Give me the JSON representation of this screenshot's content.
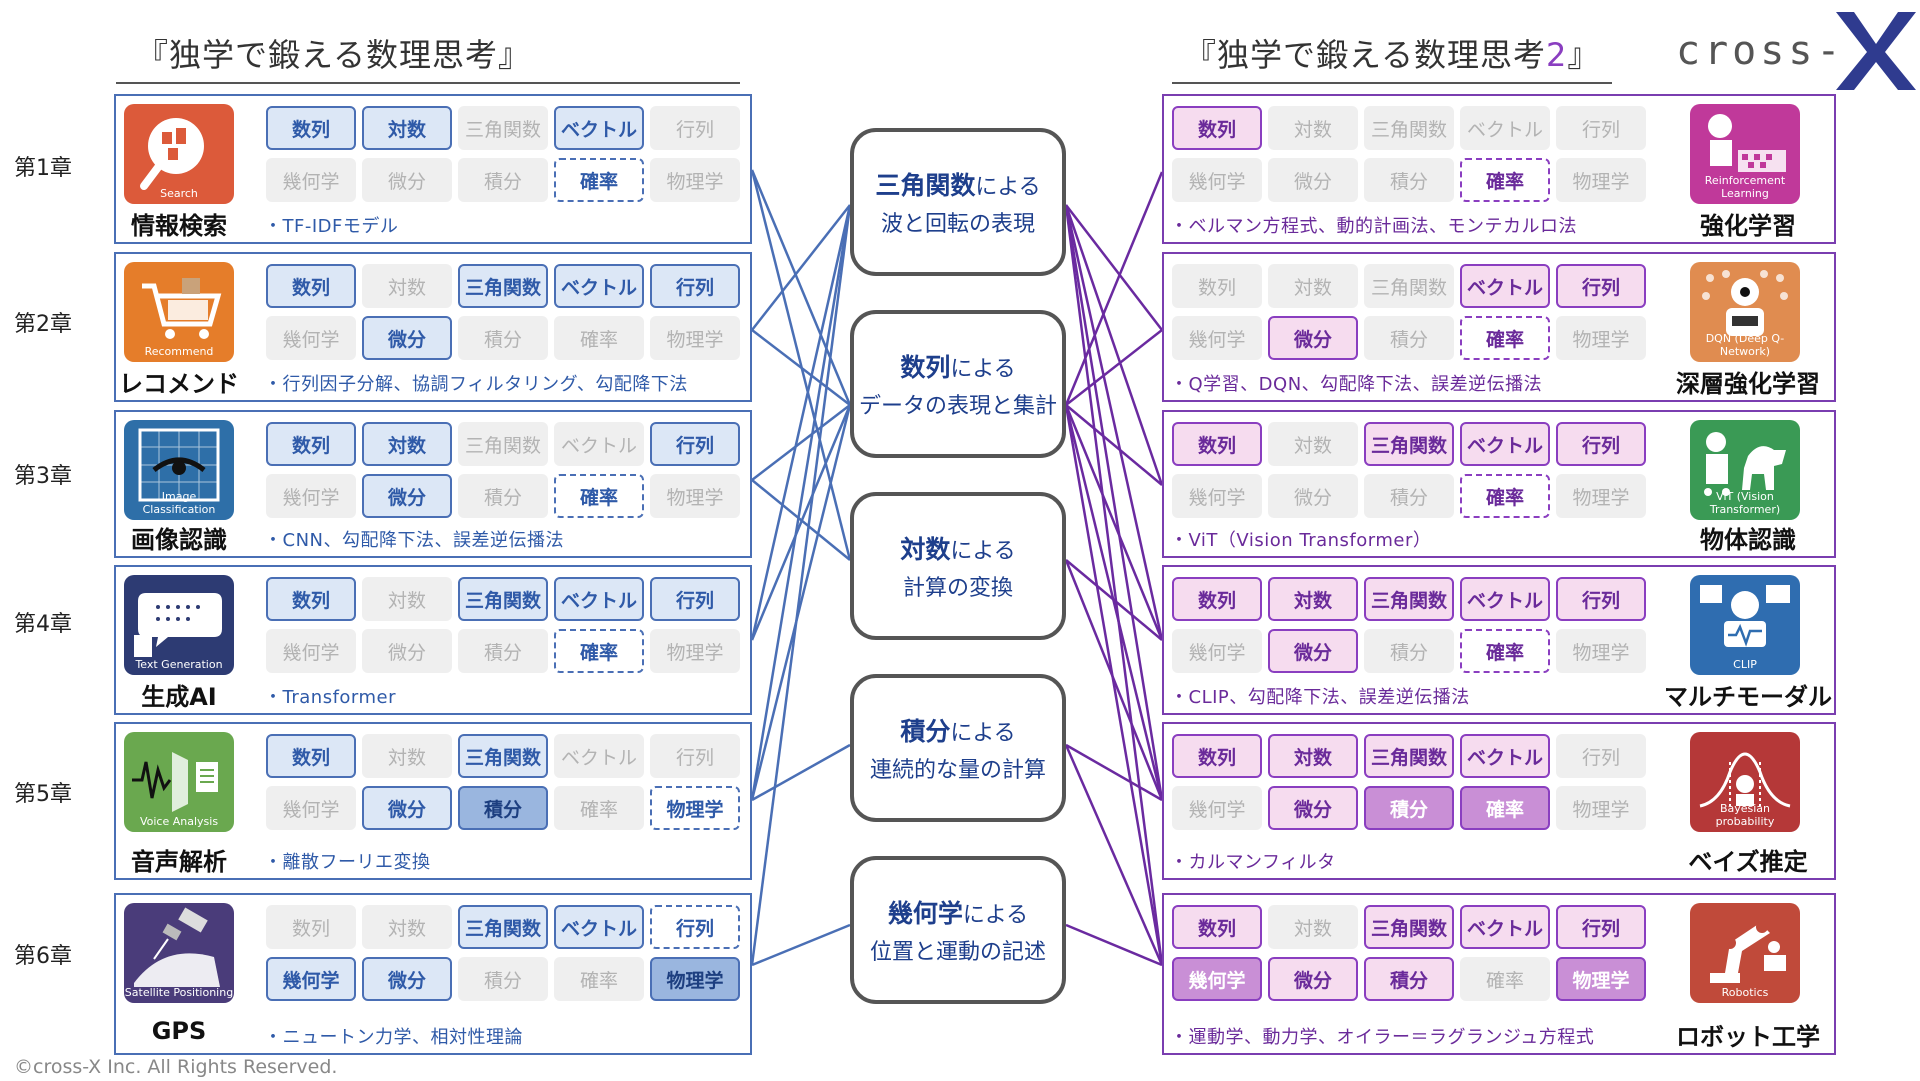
{
  "titles": {
    "left": "『独学で鍛える数理思考』",
    "right_main": "『独学で鍛える数理思考",
    "right_num": "2",
    "right_end": "』"
  },
  "logo": {
    "text": "cross-X"
  },
  "copyright": "©cross-X Inc. All Rights Reserved.",
  "chapters": [
    "第1章",
    "第2章",
    "第3章",
    "第4章",
    "第5章",
    "第6章"
  ],
  "chip_labels": [
    "数列",
    "対数",
    "三角関数",
    "ベクトル",
    "行列",
    "幾何学",
    "微分",
    "積分",
    "確率",
    "物理学"
  ],
  "left_panels": [
    {
      "name": "情報検索",
      "icon": "search-icon",
      "icon_caption": "Search",
      "note": "・TF-IDFモデル",
      "states": [
        "on",
        "on",
        "off",
        "on",
        "off",
        "off",
        "off",
        "off",
        "dash",
        "off"
      ]
    },
    {
      "name": "レコメンド",
      "icon": "shopping-cart-icon",
      "icon_caption": "Recommend",
      "note": "・行列因子分解、協調フィルタリング、勾配降下法",
      "states": [
        "on",
        "off",
        "on",
        "on",
        "on",
        "off",
        "on",
        "off",
        "off",
        "off"
      ]
    },
    {
      "name": "画像認識",
      "icon": "image-classification-icon",
      "icon_caption": "Image Classification",
      "note": "・CNN、勾配降下法、誤差逆伝播法",
      "states": [
        "on",
        "on",
        "off",
        "off",
        "on",
        "off",
        "on",
        "off",
        "dash",
        "off"
      ]
    },
    {
      "name": "生成AI",
      "icon": "text-generation-icon",
      "icon_caption": "Text Generation",
      "note": "・Transformer",
      "states": [
        "on",
        "off",
        "on",
        "on",
        "on",
        "off",
        "off",
        "off",
        "dash",
        "off"
      ]
    },
    {
      "name": "音声解析",
      "icon": "voice-analysis-icon",
      "icon_caption": "Voice Analysis",
      "note": "・離散フーリエ変換",
      "states": [
        "on",
        "off",
        "on",
        "off",
        "off",
        "off",
        "on",
        "strong",
        "off",
        "dash"
      ]
    },
    {
      "name": "GPS",
      "icon": "satellite-icon",
      "icon_caption": "Satellite Positioning",
      "note": "・ニュートン力学、相対性理論",
      "states": [
        "off",
        "off",
        "on",
        "on",
        "dash",
        "on",
        "on",
        "off",
        "off",
        "strong"
      ]
    }
  ],
  "right_panels": [
    {
      "name": "強化学習",
      "icon": "robot-chess-icon",
      "icon_caption": "Reinforcement Learning",
      "note": "・ベルマン方程式、動的計画法、モンテカルロ法",
      "states": [
        "on",
        "off",
        "off",
        "off",
        "off",
        "off",
        "off",
        "off",
        "dash",
        "off"
      ]
    },
    {
      "name": "深層強化学習",
      "icon": "dqn-robot-icon",
      "icon_caption": "DQN (Deep Q-Network)",
      "note": "・Q学習、DQN、勾配降下法、誤差逆伝播法",
      "states": [
        "off",
        "off",
        "off",
        "on",
        "on",
        "off",
        "on",
        "off",
        "dash",
        "off"
      ]
    },
    {
      "name": "物体認識",
      "icon": "robot-dog-icon",
      "icon_caption": "ViT (Vision Transformer)",
      "note": "・ViT（Vision Transformer）",
      "states": [
        "on",
        "off",
        "on",
        "on",
        "on",
        "off",
        "off",
        "off",
        "dash",
        "off"
      ]
    },
    {
      "name": "マルチモーダル",
      "icon": "clip-robot-icon",
      "icon_caption": "CLIP",
      "note": "・CLIP、勾配降下法、誤差逆伝播法",
      "states": [
        "on",
        "on",
        "on",
        "on",
        "on",
        "off",
        "on",
        "off",
        "dash",
        "off"
      ]
    },
    {
      "name": "ベイズ推定",
      "icon": "bayesian-robot-icon",
      "icon_caption": "Bayesian probability",
      "note": "・カルマンフィルタ",
      "states": [
        "on",
        "on",
        "on",
        "on",
        "off",
        "off",
        "on",
        "strong",
        "strong",
        "off"
      ]
    },
    {
      "name": "ロボット工学",
      "icon": "robot-arm-icon",
      "icon_caption": "Robotics",
      "note": "・運動学、動力学、オイラー＝ラグランジュ方程式",
      "states": [
        "on",
        "off",
        "on",
        "on",
        "on",
        "strong",
        "on",
        "on",
        "off",
        "strong"
      ]
    }
  ],
  "center_boxes": [
    {
      "bold": "三角関数",
      "suffix": "による",
      "line2": "波と回転の表現"
    },
    {
      "bold": "数列",
      "suffix": "による",
      "line2": "データの表現と集計"
    },
    {
      "bold": "対数",
      "suffix": "による",
      "line2": "計算の変換"
    },
    {
      "bold": "積分",
      "suffix": "による",
      "line2": "連続的な量の計算"
    },
    {
      "bold": "幾何学",
      "suffix": "による",
      "line2": "位置と運動の記述"
    }
  ],
  "colors": {
    "left_accent": "#4a6fb5",
    "right_accent": "#7a3eb0",
    "center_text": "#1e3f8c"
  }
}
